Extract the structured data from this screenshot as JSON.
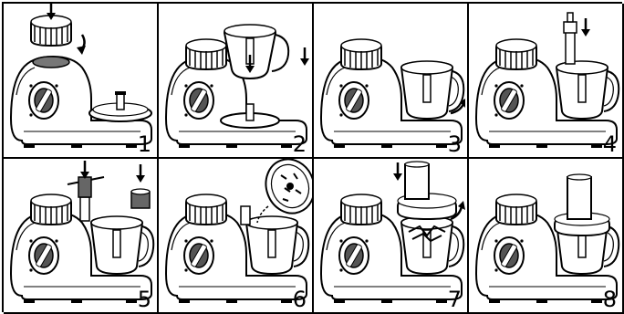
{
  "steps": [
    {
      "number": "1"
    },
    {
      "number": "2"
    },
    {
      "number": "3"
    },
    {
      "number": "4"
    },
    {
      "number": "5"
    },
    {
      "number": "6"
    },
    {
      "number": "7"
    },
    {
      "number": "8"
    }
  ]
}
